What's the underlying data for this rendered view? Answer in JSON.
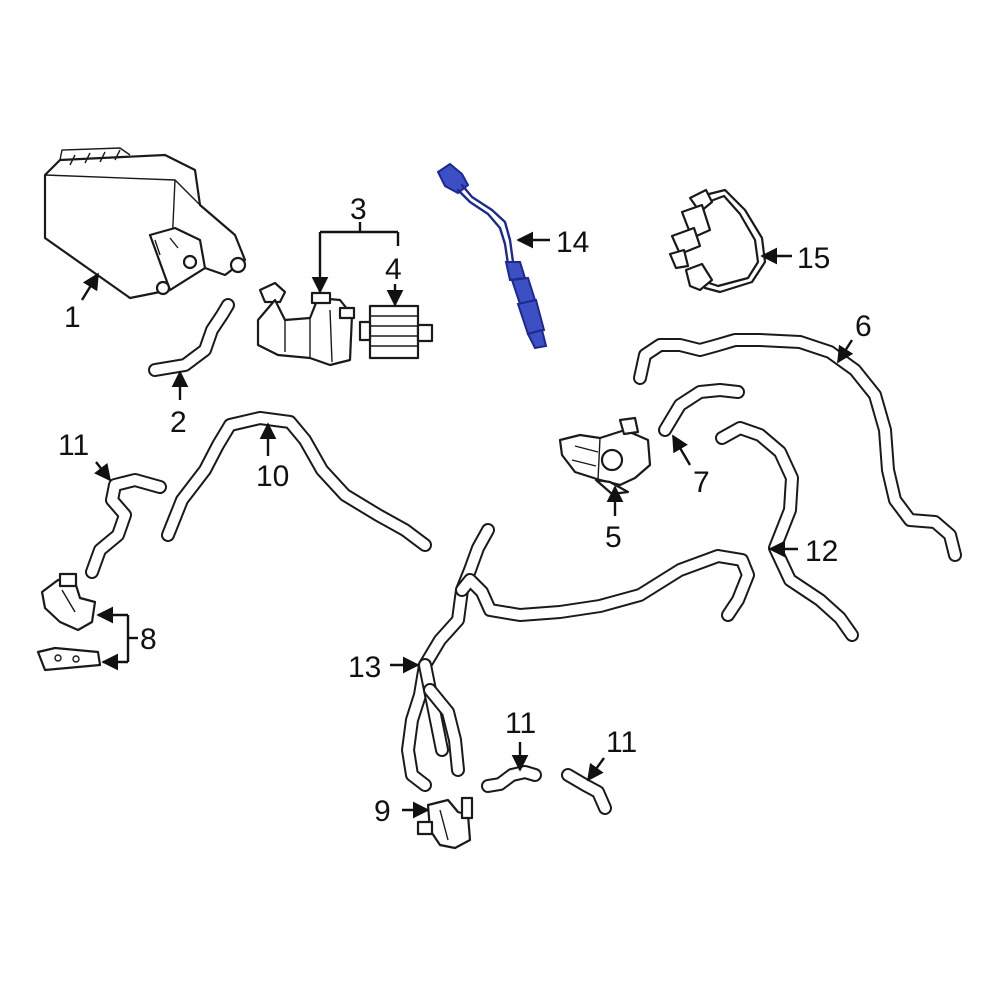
{
  "diagram": {
    "highlight_color": "#3d4fc4",
    "line_color": "#1a1a1a",
    "callouts": {
      "c1": "1",
      "c2": "2",
      "c3": "3",
      "c4": "4",
      "c5": "5",
      "c6": "6",
      "c7": "7",
      "c8": "8",
      "c9": "9",
      "c10": "10",
      "c11a": "11",
      "c11b": "11",
      "c11c": "11",
      "c12": "12",
      "c13": "13",
      "c14": "14",
      "c15": "15"
    }
  }
}
